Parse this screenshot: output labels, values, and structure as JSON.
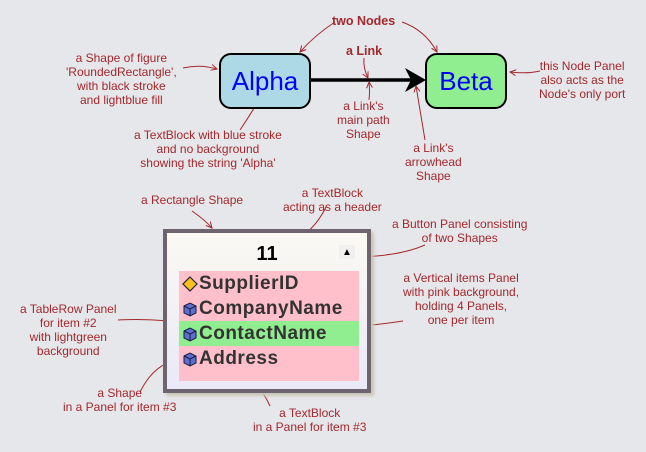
{
  "nodes": [
    {
      "label": "Alpha",
      "fill": "#add8e6"
    },
    {
      "label": "Beta",
      "fill": "#90ee90"
    }
  ],
  "group": {
    "header": "11",
    "button_icon": "triangle-up-icon",
    "items": [
      {
        "label": "SupplierID",
        "icon": "diamond-icon",
        "highlight": false
      },
      {
        "label": "CompanyName",
        "icon": "cube-icon",
        "highlight": false
      },
      {
        "label": "ContactName",
        "icon": "cube-icon",
        "highlight": true
      },
      {
        "label": "Address",
        "icon": "cube-icon",
        "highlight": false
      }
    ]
  },
  "annotations": {
    "two_nodes": "two Nodes",
    "a_link": "a Link",
    "shape_fig": [
      "a Shape of figure",
      "'RoundedRectangle',",
      "with black stroke",
      "and lightblue fill"
    ],
    "textblock_alpha": [
      "a TextBlock with blue stroke",
      "and no background",
      "showing the string 'Alpha'"
    ],
    "main_path": [
      "a Link's",
      "main path",
      "Shape"
    ],
    "arrowhead": [
      "a Link's",
      "arrowhead",
      "Shape"
    ],
    "node_panel": [
      "this Node Panel",
      "also acts as the",
      "Node's only port"
    ],
    "rect_shape": "a Rectangle Shape",
    "header_tb": [
      "a TextBlock",
      "acting as a header"
    ],
    "button_panel": [
      "a Button Panel consisting",
      "of two Shapes"
    ],
    "vertical_panel": [
      "a Vertical items Panel",
      "with pink background,",
      "holding 4 Panels,",
      "one per item"
    ],
    "tablerow": [
      "a TableRow Panel",
      "for item #2",
      "with lightgreen",
      "background"
    ],
    "shape_item3": [
      "a Shape",
      "in a Panel for item #3"
    ],
    "textblock_item3": [
      "a TextBlock",
      "in a Panel for item #3"
    ]
  }
}
